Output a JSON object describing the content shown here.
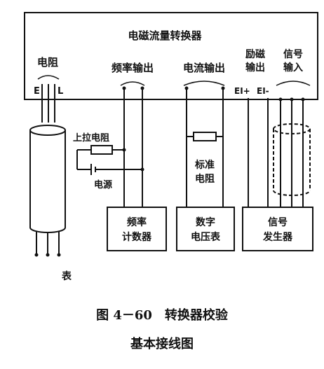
{
  "converter": {
    "title": "电磁流量转换器"
  },
  "terminals": {
    "resistance": {
      "label": "电阻",
      "left": "E",
      "right": "L"
    },
    "freq_out": {
      "label": "频率输出"
    },
    "current_out": {
      "label": "电流输出"
    },
    "excitation_out": {
      "label_line1": "励磁",
      "label_line2": "输出",
      "left": "EI+",
      "right": "EI-"
    },
    "signal_in": {
      "label_line1": "信号",
      "label_line2": "输入"
    }
  },
  "components": {
    "pullup": "上拉电阻",
    "power": "电源",
    "std_res_line1": "标准",
    "std_res_line2": "电阻",
    "meter": "表"
  },
  "boxes": {
    "freq_counter_line1": "频率",
    "freq_counter_line2": "计数器",
    "voltmeter_line1": "数字",
    "voltmeter_line2": "电压表",
    "generator_line1": "信号",
    "generator_line2": "发生器"
  },
  "caption": {
    "line1": "图 4－60　转换器校验",
    "line2": "基本接线图"
  }
}
